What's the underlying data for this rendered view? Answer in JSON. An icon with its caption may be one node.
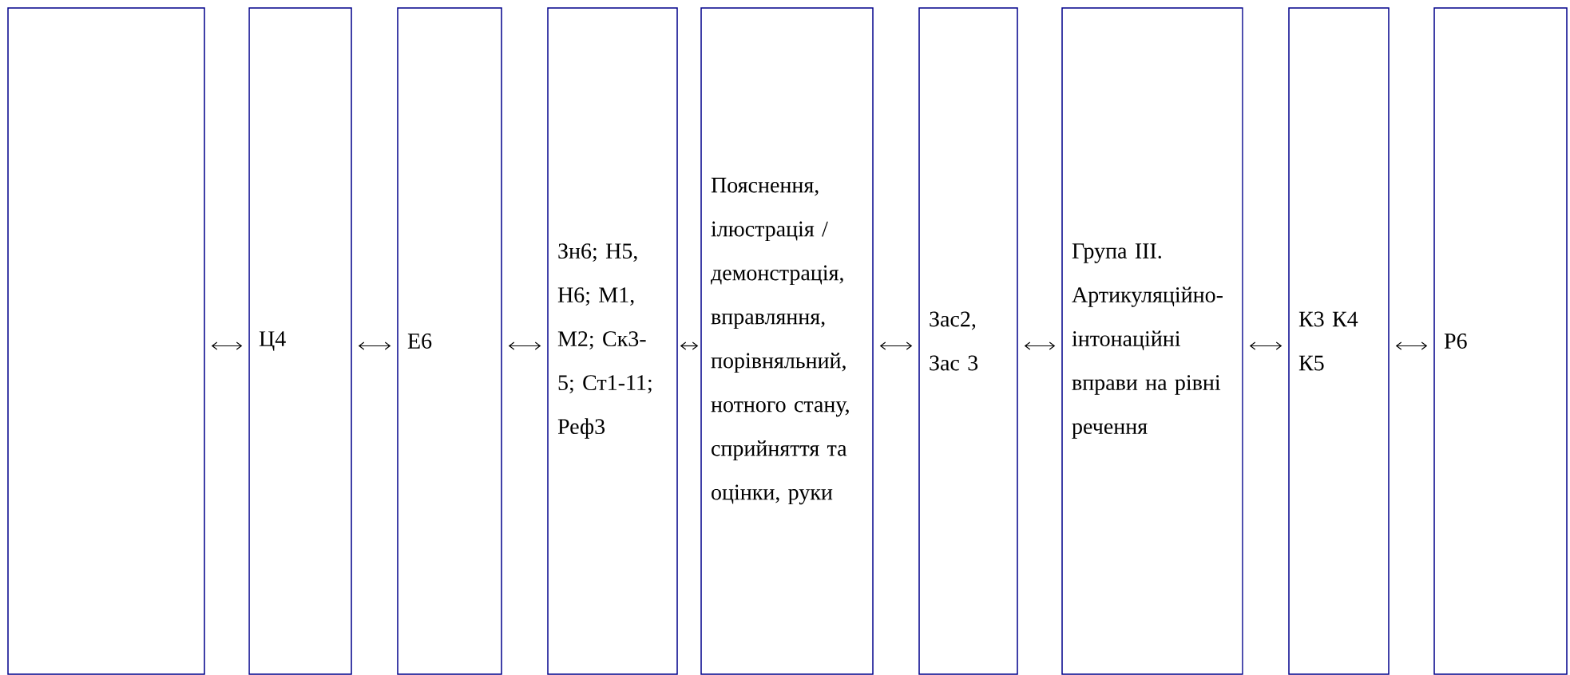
{
  "diagram": {
    "nodes": [
      {
        "text": [],
        "shape": "box"
      },
      {
        "text": [
          "Ц4"
        ]
      },
      {
        "text": [
          "Е6"
        ]
      },
      {
        "text": [
          "Зн6; Н5, Н6; М1, М2; Ск3-5; Ст1-11; Реф3"
        ]
      },
      {
        "text": [
          "Пояснення, ілюстрація / демонстрація, вправляння, порівняльний, нотного стану, сприйняття та оцінки, руки"
        ]
      },
      {
        "text": [
          "Зас2, Зас 3"
        ]
      },
      {
        "text": [
          "Група ІІІ. Артикуляційно-інтонаційні вправи на рівні речення"
        ]
      },
      {
        "text": [
          "К3 К4 К5"
        ]
      },
      {
        "text": [
          "Р6"
        ]
      }
    ],
    "edges": [
      {
        "from": 0,
        "to": 1,
        "arrow": "both"
      },
      {
        "from": 1,
        "to": 2,
        "arrow": "both"
      },
      {
        "from": 2,
        "to": 3,
        "arrow": "both"
      },
      {
        "from": 3,
        "to": 4,
        "arrow": "both"
      },
      {
        "from": 4,
        "to": 5,
        "arrow": "both"
      },
      {
        "from": 5,
        "to": 6,
        "arrow": "both"
      },
      {
        "from": 6,
        "to": 7,
        "arrow": "both"
      },
      {
        "from": 7,
        "to": 8,
        "arrow": "both"
      }
    ]
  }
}
